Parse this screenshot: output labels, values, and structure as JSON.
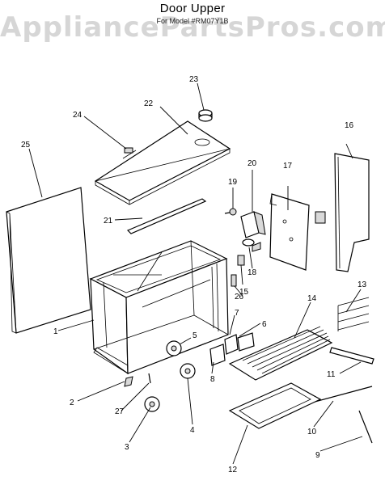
{
  "diagram": {
    "title": "Door Upper",
    "subtitle": "For Model #RM07Y1B",
    "watermark": "AppliancePartsPros.com"
  },
  "callouts": [
    {
      "id": "c1",
      "label": "1"
    },
    {
      "id": "c2",
      "label": "2"
    },
    {
      "id": "c3",
      "label": "3"
    },
    {
      "id": "c4",
      "label": "4"
    },
    {
      "id": "c5",
      "label": "5"
    },
    {
      "id": "c6",
      "label": "6"
    },
    {
      "id": "c7",
      "label": "7"
    },
    {
      "id": "c8",
      "label": "8"
    },
    {
      "id": "c9",
      "label": "9"
    },
    {
      "id": "c10",
      "label": "10"
    },
    {
      "id": "c11",
      "label": "11"
    },
    {
      "id": "c12",
      "label": "12"
    },
    {
      "id": "c13",
      "label": "13"
    },
    {
      "id": "c14",
      "label": "14"
    },
    {
      "id": "c15",
      "label": "15"
    },
    {
      "id": "c16",
      "label": "16"
    },
    {
      "id": "c17",
      "label": "17"
    },
    {
      "id": "c18",
      "label": "18"
    },
    {
      "id": "c19",
      "label": "19"
    },
    {
      "id": "c20",
      "label": "20"
    },
    {
      "id": "c21",
      "label": "21"
    },
    {
      "id": "c22",
      "label": "22"
    },
    {
      "id": "c23",
      "label": "23"
    },
    {
      "id": "c24",
      "label": "24"
    },
    {
      "id": "c25",
      "label": "25"
    },
    {
      "id": "c26",
      "label": "26"
    },
    {
      "id": "c27",
      "label": "27"
    }
  ]
}
